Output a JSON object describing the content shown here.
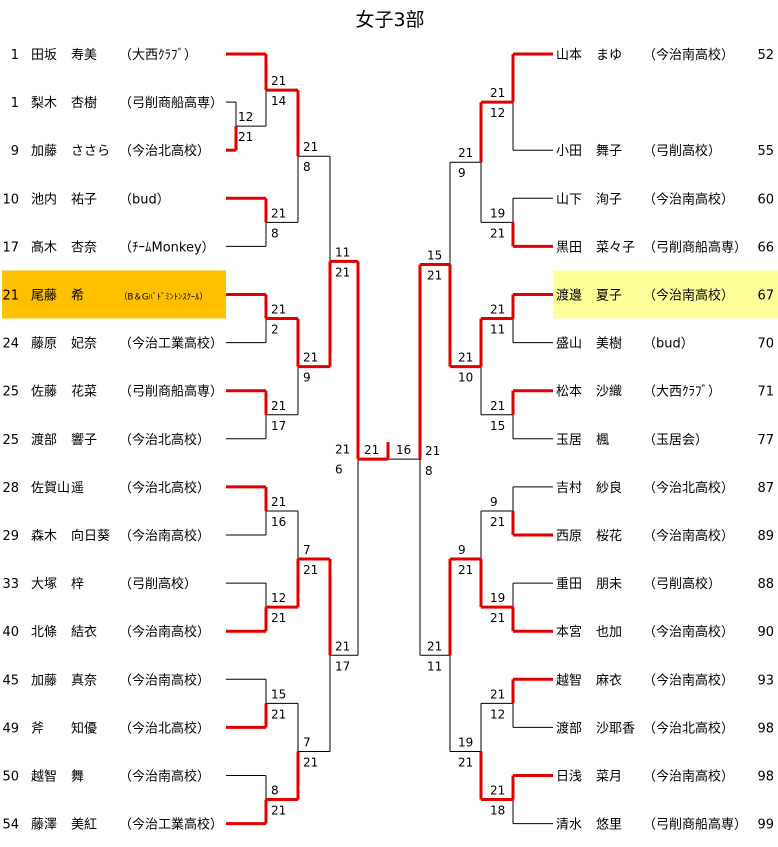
{
  "title": "女子3部",
  "colors": {
    "win_line": "#E00000",
    "lose_line": "#000000",
    "highlight_left": "#FFC000",
    "highlight_right": "#FFFF99"
  },
  "left": {
    "players": [
      {
        "seed": "1",
        "surname": "田坂",
        "given": "寿美",
        "club": "（大西ｸﾗﾌﾞ）"
      },
      {
        "seed": "1",
        "surname": "梨木",
        "given": "杏樹",
        "club": "（弓削商船高専）"
      },
      {
        "seed": "9",
        "surname": "加藤",
        "given": "ささら",
        "club": "（今治北高校）"
      },
      {
        "seed": "10",
        "surname": "池内",
        "given": "祐子",
        "club": "（bud）"
      },
      {
        "seed": "17",
        "surname": "髙木",
        "given": "杏奈",
        "club": "（ﾁｰﾑMonkey）"
      },
      {
        "seed": "21",
        "surname": "尾藤",
        "given": "希",
        "club": "（B＆Gﾊﾞﾄﾞﾐﾝﾄﾝｽｸｰﾙ）",
        "highlight": true
      },
      {
        "seed": "24",
        "surname": "藤原",
        "given": "妃奈",
        "club": "（今治工業高校）"
      },
      {
        "seed": "25",
        "surname": "佐藤",
        "given": "花菜",
        "club": "（弓削商船高専）"
      },
      {
        "seed": "25",
        "surname": "渡部",
        "given": "響子",
        "club": "（今治北高校）"
      },
      {
        "seed": "28",
        "surname": "佐賀山",
        "given": "遥",
        "club": "（今治北高校）"
      },
      {
        "seed": "29",
        "surname": "森木",
        "given": "向日葵",
        "club": "（今治南高校）"
      },
      {
        "seed": "33",
        "surname": "大塚",
        "given": "梓",
        "club": "（弓削高校）"
      },
      {
        "seed": "40",
        "surname": "北條",
        "given": "結衣",
        "club": "（今治南高校）"
      },
      {
        "seed": "45",
        "surname": "加藤",
        "given": "真奈",
        "club": "（今治南高校）"
      },
      {
        "seed": "49",
        "surname": "斧",
        "given": "知優",
        "club": "（今治北高校）"
      },
      {
        "seed": "50",
        "surname": "越智",
        "given": "舞",
        "club": "（今治南高校）"
      },
      {
        "seed": "54",
        "surname": "藤澤",
        "given": "美紅",
        "club": "（今治工業高校）"
      }
    ],
    "matches": [
      {
        "scores": [
          12,
          21
        ]
      },
      {
        "scores": [
          21,
          14
        ]
      },
      {
        "scores": [
          21,
          8
        ]
      },
      {
        "scores": [
          21,
          2
        ]
      },
      {
        "scores": [
          21,
          17
        ]
      },
      {
        "scores": [
          21,
          16
        ]
      },
      {
        "scores": [
          12,
          21
        ]
      },
      {
        "scores": [
          15,
          21
        ]
      },
      {
        "scores": [
          8,
          21
        ]
      },
      {
        "scores": [
          21,
          8
        ]
      },
      {
        "scores": [
          21,
          9
        ]
      },
      {
        "scores": [
          7,
          21
        ]
      },
      {
        "scores": [
          7,
          21
        ]
      },
      {
        "scores": [
          11,
          21
        ]
      },
      {
        "scores": [
          21,
          17
        ]
      },
      {
        "scores": [
          21,
          6
        ]
      }
    ]
  },
  "right": {
    "players": [
      {
        "seed": "52",
        "surname": "山本",
        "given": "まゆ",
        "club": "（今治南高校）"
      },
      {
        "seed": "55",
        "surname": "小田",
        "given": "舞子",
        "club": "（弓削高校）"
      },
      {
        "seed": "60",
        "surname": "山下",
        "given": "洵子",
        "club": "（今治南高校）"
      },
      {
        "seed": "66",
        "surname": "黒田",
        "given": "菜々子",
        "club": "（弓削商船高専）"
      },
      {
        "seed": "67",
        "surname": "渡邊",
        "given": "夏子",
        "club": "（今治南高校）",
        "highlight": true
      },
      {
        "seed": "70",
        "surname": "盛山",
        "given": "美樹",
        "club": "（bud）"
      },
      {
        "seed": "71",
        "surname": "松本",
        "given": "沙織",
        "club": "（大西ｸﾗﾌﾞ）"
      },
      {
        "seed": "77",
        "surname": "玉居",
        "given": "楓",
        "club": "（玉居会）"
      },
      {
        "seed": "87",
        "surname": "吉村",
        "given": "紗良",
        "club": "（今治北高校）"
      },
      {
        "seed": "89",
        "surname": "西原",
        "given": "桜花",
        "club": "（今治南高校）"
      },
      {
        "seed": "88",
        "surname": "重田",
        "given": "朋未",
        "club": "（弓削高校）"
      },
      {
        "seed": "90",
        "surname": "本宮",
        "given": "也加",
        "club": "（今治南高校）"
      },
      {
        "seed": "93",
        "surname": "越智",
        "given": "麻衣",
        "club": "（今治南高校）"
      },
      {
        "seed": "98",
        "surname": "渡部",
        "given": "沙耶香",
        "club": "（今治北高校）"
      },
      {
        "seed": "98",
        "surname": "日浅",
        "given": "菜月",
        "club": "（今治南高校）"
      },
      {
        "seed": "99",
        "surname": "清水",
        "given": "悠里",
        "club": "（弓削商船高専）"
      }
    ],
    "matches": [
      {
        "scores": [
          21,
          12
        ]
      },
      {
        "scores": [
          19,
          21
        ]
      },
      {
        "scores": [
          21,
          11
        ]
      },
      {
        "scores": [
          21,
          15
        ]
      },
      {
        "scores": [
          9,
          21
        ]
      },
      {
        "scores": [
          19,
          21
        ]
      },
      {
        "scores": [
          21,
          12
        ]
      },
      {
        "scores": [
          21,
          18
        ]
      },
      {
        "scores": [
          21,
          9
        ]
      },
      {
        "scores": [
          21,
          10
        ]
      },
      {
        "scores": [
          9,
          21
        ]
      },
      {
        "scores": [
          19,
          21
        ]
      },
      {
        "scores": [
          15,
          21
        ]
      },
      {
        "scores": [
          21,
          11
        ]
      },
      {
        "scores": [
          21,
          8
        ]
      }
    ]
  },
  "final": {
    "scores": [
      21,
      16
    ]
  }
}
